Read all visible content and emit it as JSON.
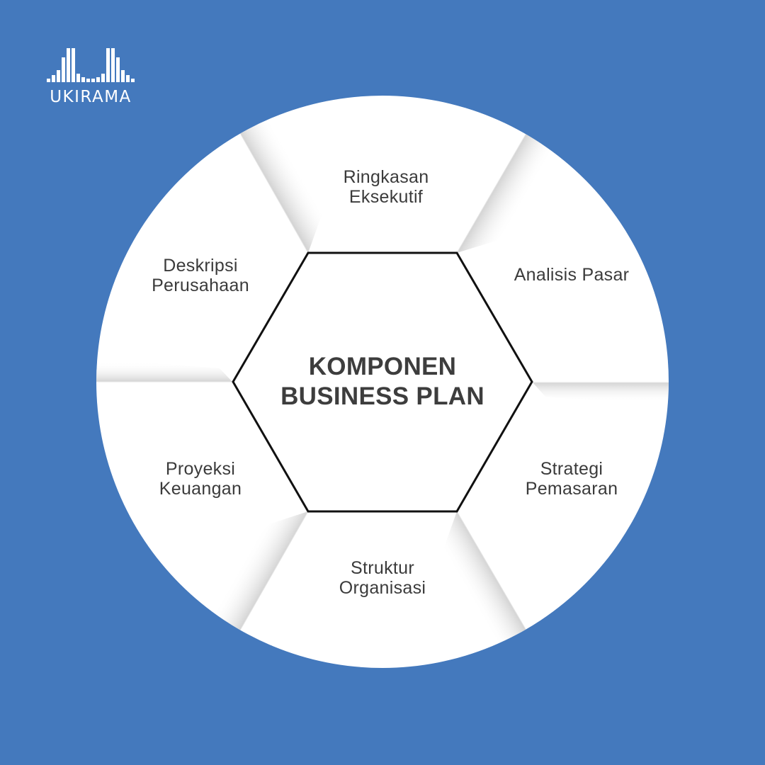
{
  "brand": {
    "name": "UKIRAMA",
    "logo_icon": "equalizer-bars-icon",
    "logo_bar_heights": [
      5,
      10,
      17,
      35,
      48,
      48,
      12,
      7,
      5,
      5,
      7,
      12,
      48,
      48,
      35,
      17,
      10,
      5
    ]
  },
  "colors": {
    "background": "#4479BD",
    "circle": "#FFFFFF",
    "text": "#3B3B3B",
    "hexagon_stroke": "#111111"
  },
  "diagram": {
    "center": {
      "line1": "KOMPONEN",
      "line2": "BUSINESS PLAN"
    },
    "segments": [
      {
        "position": "top",
        "line1": "Ringkasan",
        "line2": "Eksekutif"
      },
      {
        "position": "upper-right",
        "line1": "Analisis Pasar",
        "line2": ""
      },
      {
        "position": "lower-right",
        "line1": "Strategi",
        "line2": "Pemasaran"
      },
      {
        "position": "bottom",
        "line1": "Struktur",
        "line2": "Organisasi"
      },
      {
        "position": "lower-left",
        "line1": "Proyeksi",
        "line2": "Keuangan"
      },
      {
        "position": "upper-left",
        "line1": "Deskripsi",
        "line2": "Perusahaan"
      }
    ]
  }
}
